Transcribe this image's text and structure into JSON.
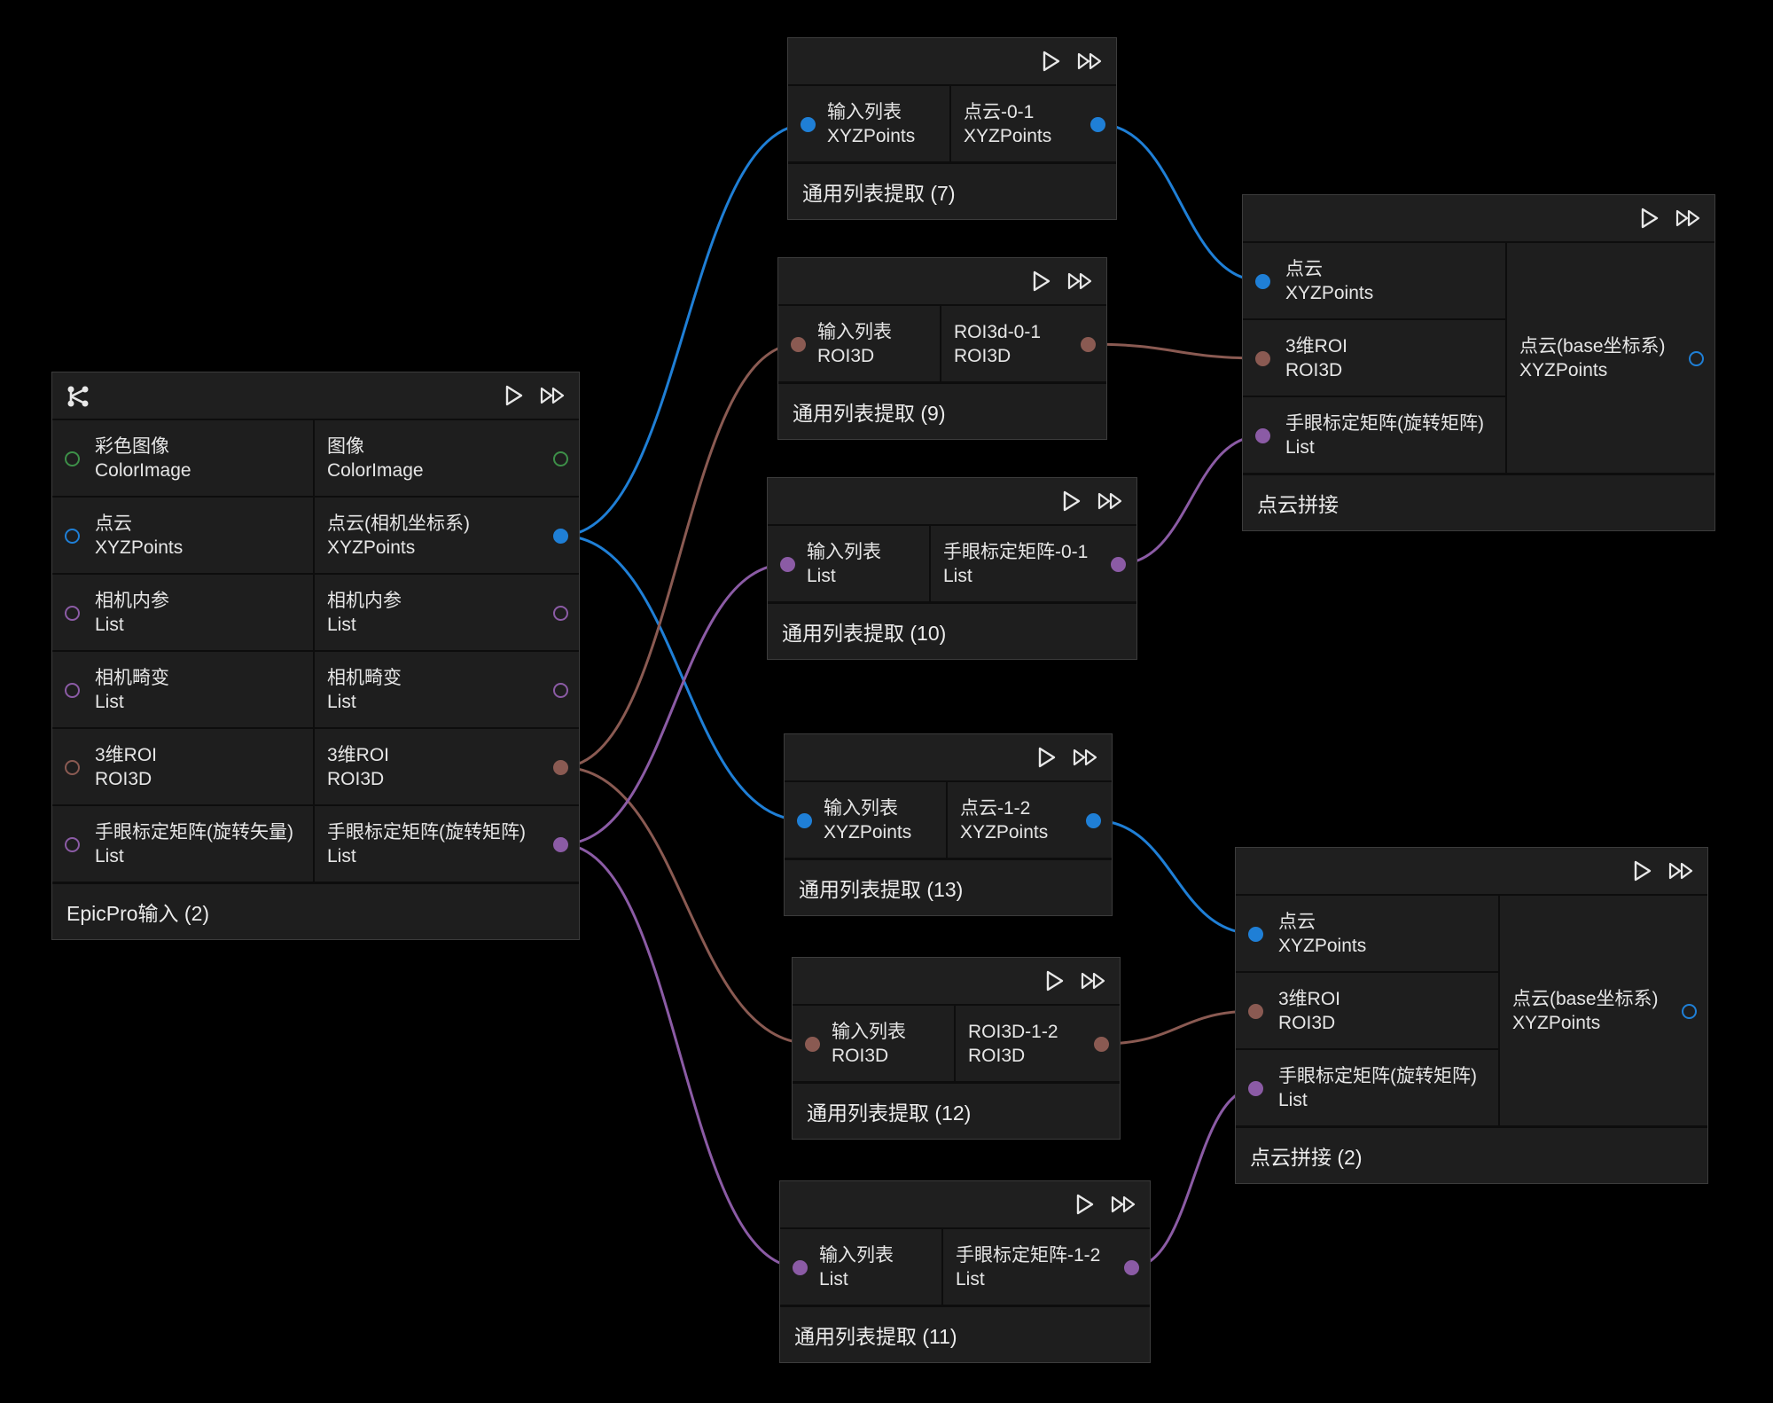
{
  "colors": {
    "ColorImage": "#3d8f48",
    "XYZPoints": "#1f7fd6",
    "List": "#8b5ba5",
    "ROI3D": "#8a5a52"
  },
  "nodes": {
    "epic": {
      "title": "EpicPro输入 (2)",
      "logo_icon": "flow-graph-icon",
      "rows": [
        {
          "in_name": "彩色图像",
          "in_type": "ColorImage",
          "out_name": "图像",
          "out_type": "ColorImage"
        },
        {
          "in_name": "点云",
          "in_type": "XYZPoints",
          "out_name": "点云(相机坐标系)",
          "out_type": "XYZPoints"
        },
        {
          "in_name": "相机内参",
          "in_type": "List",
          "out_name": "相机内参",
          "out_type": "List"
        },
        {
          "in_name": "相机畸变",
          "in_type": "List",
          "out_name": "相机畸变",
          "out_type": "List"
        },
        {
          "in_name": "3维ROI",
          "in_type": "ROI3D",
          "out_name": "3维ROI",
          "out_type": "ROI3D"
        },
        {
          "in_name": "手眼标定矩阵(旋转矢量)",
          "in_type": "List",
          "out_name": "手眼标定矩阵(旋转矩阵)",
          "out_type": "List"
        }
      ]
    },
    "e7": {
      "title": "通用列表提取 (7)",
      "in_name": "输入列表",
      "in_type": "XYZPoints",
      "out_name": "点云-0-1",
      "out_type": "XYZPoints"
    },
    "e9": {
      "title": "通用列表提取 (9)",
      "in_name": "输入列表",
      "in_type": "ROI3D",
      "out_name": "ROI3d-0-1",
      "out_type": "ROI3D"
    },
    "e10": {
      "title": "通用列表提取 (10)",
      "in_name": "输入列表",
      "in_type": "List",
      "out_name": "手眼标定矩阵-0-1",
      "out_type": "List"
    },
    "e13": {
      "title": "通用列表提取 (13)",
      "in_name": "输入列表",
      "in_type": "XYZPoints",
      "out_name": "点云-1-2",
      "out_type": "XYZPoints"
    },
    "e12": {
      "title": "通用列表提取 (12)",
      "in_name": "输入列表",
      "in_type": "ROI3D",
      "out_name": "ROI3D-1-2",
      "out_type": "ROI3D"
    },
    "e11": {
      "title": "通用列表提取 (11)",
      "in_name": "输入列表",
      "in_type": "List",
      "out_name": "手眼标定矩阵-1-2",
      "out_type": "List"
    },
    "s1": {
      "title": "点云拼接",
      "inputs": [
        {
          "name": "点云",
          "type": "XYZPoints"
        },
        {
          "name": "3维ROI",
          "type": "ROI3D"
        },
        {
          "name": "手眼标定矩阵(旋转矩阵)",
          "type": "List"
        }
      ],
      "out_name": "点云(base坐标系)",
      "out_type": "XYZPoints"
    },
    "s2": {
      "title": "点云拼接 (2)",
      "inputs": [
        {
          "name": "点云",
          "type": "XYZPoints"
        },
        {
          "name": "3维ROI",
          "type": "ROI3D"
        },
        {
          "name": "手眼标定矩阵(旋转矩阵)",
          "type": "List"
        }
      ],
      "out_name": "点云(base坐标系)",
      "out_type": "XYZPoints"
    }
  },
  "icons": {
    "run": "play-icon",
    "run_all": "fast-forward-icon"
  }
}
